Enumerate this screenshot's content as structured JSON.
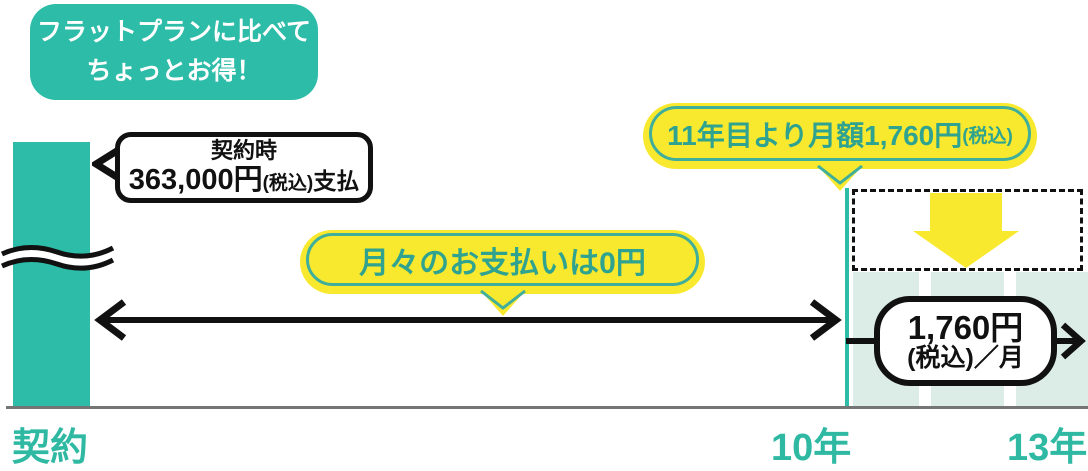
{
  "badge": {
    "line1": "フラットプランに比べて",
    "line2": "ちょっとお得！"
  },
  "contract_bubble": {
    "title": "契約時",
    "amount": "363,000円",
    "tax_note": "(税込)",
    "suffix": "支払"
  },
  "pill_year11": {
    "text": "11年目より月額1,760円",
    "tax_note": "(税込)"
  },
  "pill_monthly": {
    "text": "月々のお支払いは0円"
  },
  "monthly_fee_box": {
    "amount": "1,760円",
    "unit": "(税込)／月"
  },
  "timeline": {
    "start_label": "契約",
    "year10_label": "10年",
    "year13_label": "13年"
  },
  "colors": {
    "teal": "#2CBCA7",
    "teal_label_text": "#2FB9A3",
    "pill_yellow": "#F9E92E",
    "pill_stroke_teal": "#3FAE9B",
    "pill_text_teal": "#2FA38F",
    "light_teal_region": "#DCEDE8",
    "baseline_gray": "#757575",
    "line_black": "#111111"
  }
}
